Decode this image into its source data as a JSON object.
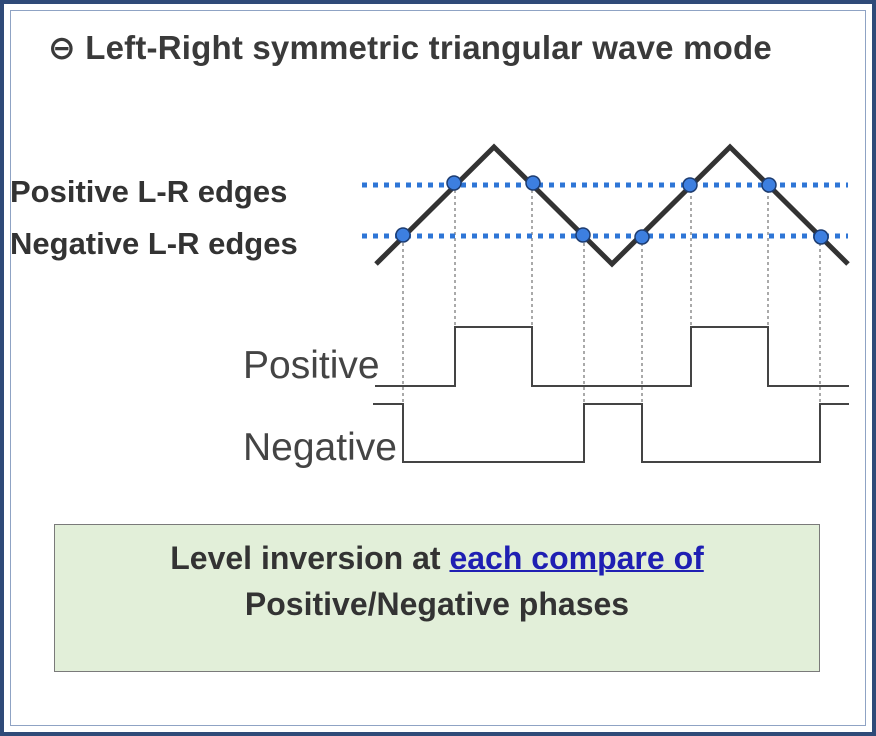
{
  "title": "⊖ Left-Right symmetric triangular wave mode",
  "labels": {
    "positive_edges": "Positive L-R edges",
    "negative_edges": "Negative  L-R edges",
    "positive_signal": "Positive",
    "negative_signal": "Negative"
  },
  "note": {
    "text_before": "Level inversion at ",
    "link_text": "each compare of",
    "text_after": "Positive/Negative phases"
  },
  "colors": {
    "frame": "#2f4a78",
    "wave": "#333333",
    "compare_line": "#2e75d6",
    "marker_fill": "#3d7fe0",
    "note_bg": "#e2efd9",
    "link": "#1f1fb3"
  }
}
